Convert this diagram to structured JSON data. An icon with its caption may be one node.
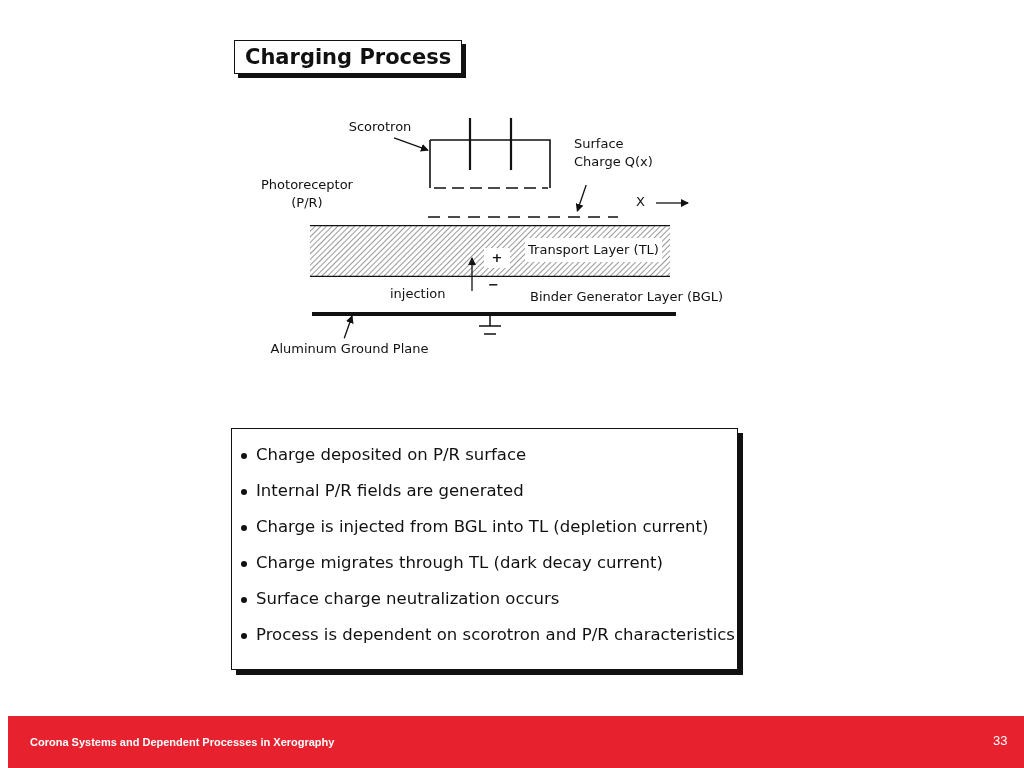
{
  "diagram": {
    "title": "Charging Process",
    "nodes": [
      {
        "text": [
          "Scorotron"
        ]
      },
      {
        "text": [],
        "shape": "box"
      },
      {
        "text": [
          "Surface Charge Q(x)"
        ]
      },
      {
        "text": [],
        "shape": "line"
      },
      {
        "text": [],
        "shape": "bar"
      },
      {
        "text": [
          "Transport Layer (TL)"
        ],
        "in": 4
      },
      {
        "text": [
          "+"
        ],
        "in": 4
      },
      {
        "text": [
          "Aluminum Ground Plane"
        ]
      },
      {
        "text": [],
        "shape": "bar"
      },
      {
        "text": [
          "Charge deposited on P/R surface",
          "Internal P/R fields are generated",
          "Charge is injected from BGL into TL (depletion current)",
          "Charge migrates through TL (dark decay current)",
          "Surface charge neutralization occurs",
          "Process is dependent on scorotron and P/R characteristics"
        ]
      }
    ],
    "edges": [
      {
        "from": 0,
        "to": 1,
        "arrow": "to"
      },
      {
        "from": 2,
        "to": 3,
        "arrow": "to"
      },
      {
        "from": 7,
        "to": 8,
        "arrow": "to"
      }
    ],
    "labels": [
      "Photoreceptor (P/R)",
      "X",
      "injection",
      "−",
      "Binder Generator Layer (BGL)",
      "Corona Systems and Dependent Processes in Xerography",
      "33"
    ]
  }
}
